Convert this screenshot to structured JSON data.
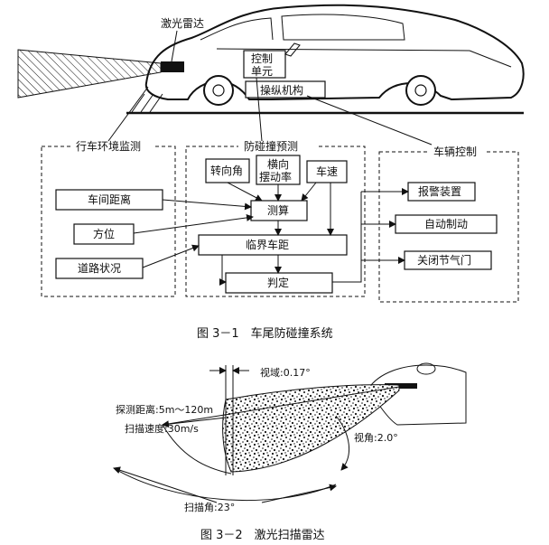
{
  "figure1": {
    "lidar_label": "激光雷达",
    "control_unit_line1": "控制",
    "control_unit_line2": "单元",
    "steering_mechanism": "操纵机构",
    "group_environment": "行车环境监测",
    "group_collision": "防碰撞预测",
    "group_vehicle": "车辆控制",
    "steering_angle": "转向角",
    "yaw_rate_line1": "横向",
    "yaw_rate_line2": "摆动率",
    "speed": "车速",
    "distance": "车间距离",
    "azimuth": "方位",
    "road_condition": "道路状况",
    "calculation": "测算",
    "critical_distance": "临界车距",
    "judgment": "判定",
    "alarm": "报警装置",
    "auto_brake": "自动制动",
    "close_throttle": "关闭节气门",
    "caption": "图 3－1　车尾防碰撞系统"
  },
  "figure2": {
    "field_of_view": "视域:0.17°",
    "detection_range": "探测距离:5m～120m",
    "scan_speed": "扫描速度:30m/s",
    "view_angle": "视角:2.0°",
    "scan_angle": "扫描角:23°",
    "caption": "图 3－2　激光扫描雷达"
  }
}
